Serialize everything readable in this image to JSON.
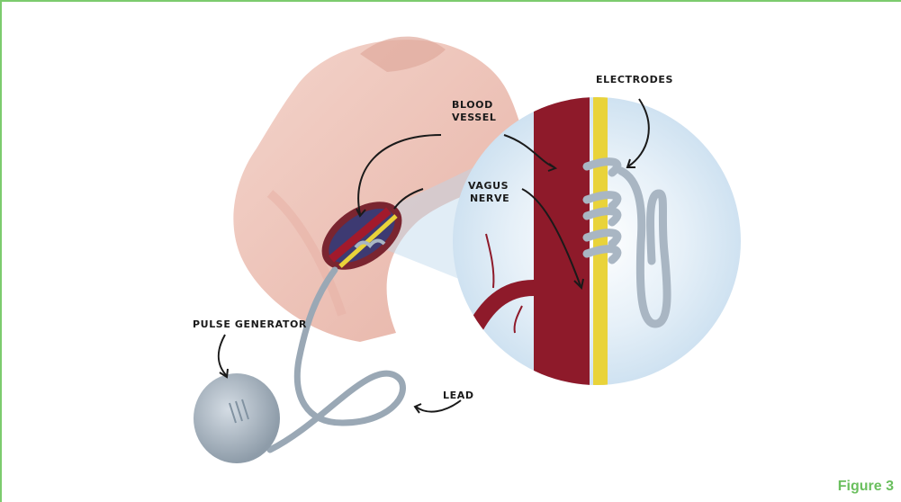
{
  "labels": {
    "electrodes": "ELECTRODES",
    "blood_vessel_line1": "BLOOD",
    "blood_vessel_line2": "VESSEL",
    "vagus_nerve_line1": "VAGUS",
    "vagus_nerve_line2": "NERVE",
    "pulse_generator": "PULSE GENERATOR",
    "lead": "LEAD"
  },
  "figure_label": "Figure 3",
  "colors": {
    "frame": "#7ccb6e",
    "figure_label": "#6abf5e",
    "skin": "#e8b9ad",
    "blood_vessel": "#8e1a2a",
    "nerve": "#e9d33a",
    "device": "#a9b6c3",
    "zoom_background": "#d9e9f4"
  }
}
